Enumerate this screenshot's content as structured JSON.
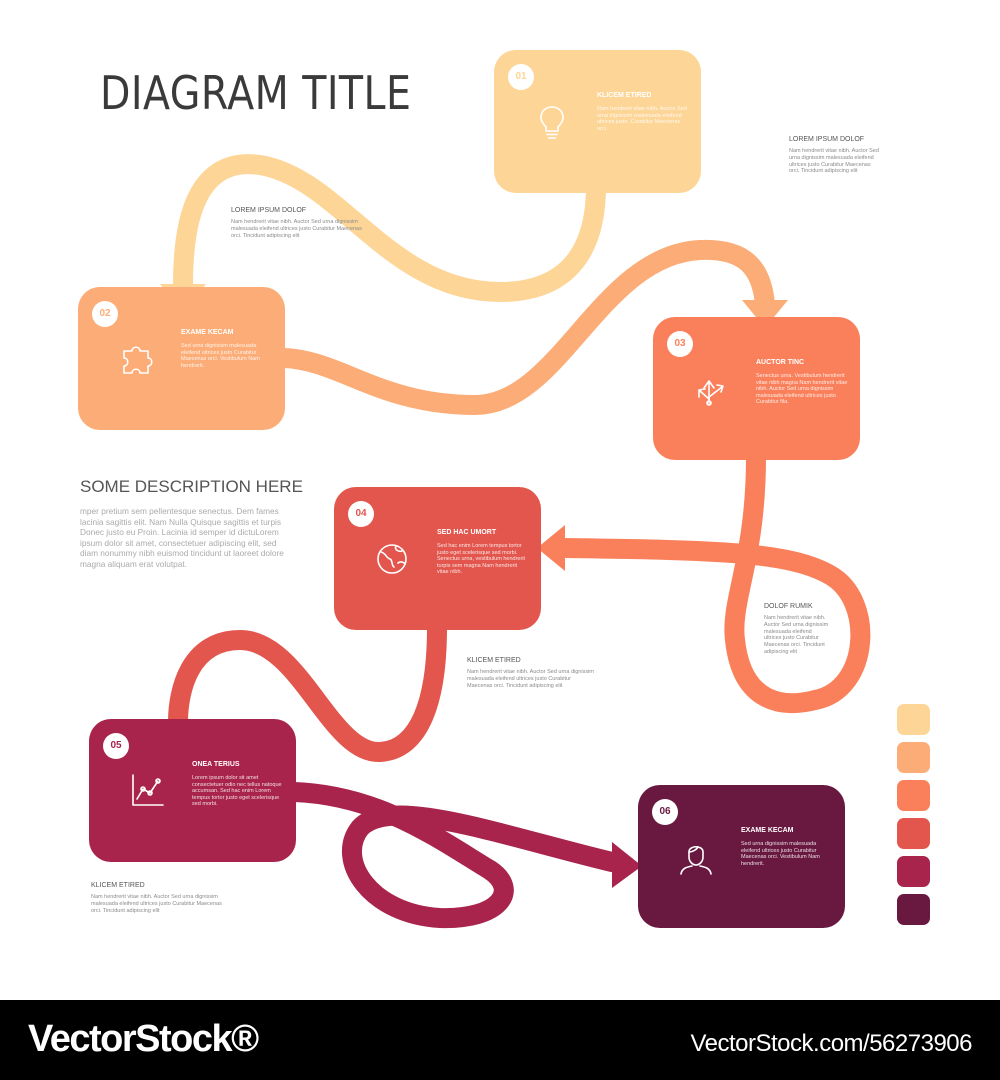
{
  "diagram": {
    "title": "DIAGRAM TITLE",
    "colors": [
      "#fdd596",
      "#fcac76",
      "#f9805b",
      "#e2564e",
      "#a8244d",
      "#691940"
    ],
    "steps": [
      {
        "number": "01",
        "title": "KLICEM ETIRED",
        "body": "Nam hendrerit vitae nibh. Auctor Sed urna dignissim malesuada eleifend ultrices justo. Curabitur Maecenas orci.",
        "icon": "lightbulb-icon",
        "color": "#fdd596"
      },
      {
        "number": "02",
        "title": "EXAME KECAM",
        "body": "Sed urna dignissim malesuada eleifend ultrices justo Curabitur Maecenas orci. Vestibulum Nam hendrerit.",
        "icon": "puzzle-icon",
        "color": "#fcac76"
      },
      {
        "number": "03",
        "title": "AUCTOR TINC",
        "body": "Senectus urna. Vestibulum hendrerit vitae nibh magna Nam hendrerit vitae nibh. Auctor Sed urna dignissim malesuada eleifend ultrices justo Curabitur fila.",
        "icon": "arrows-icon",
        "color": "#f9805b"
      },
      {
        "number": "04",
        "title": "SED HAC UMORT",
        "body": "Sed hac enim Lorem tempus tortor justo eget scelerisque sed morbi. Senectus urna, vestibulum hendrerit turpis sem magna Nam hendrerit vitae nibh.",
        "icon": "globe-icon",
        "color": "#e2564e"
      },
      {
        "number": "05",
        "title": "ONEA TERIUS",
        "body": "Lorem ipsum dolor sit amet consectetuer odio nec tellus natoque accumsan. Sed hac enim Lorem tempus tortor justo eget scelerisque sed morbi.",
        "icon": "chart-icon",
        "color": "#a8244d"
      },
      {
        "number": "06",
        "title": "EXAME KECAM",
        "body": "Sed urna dignissim malesuada eleifend ultrices justo Curabitur Maecenas orci. Vestibulum Nam hendrerit.",
        "icon": "person-icon",
        "color": "#691940"
      }
    ],
    "notes": [
      {
        "title": "LOREM IPSUM DOLOF",
        "body": "Nam hendrerit vitae nibh. Auctor Sed urna dignissim malesuada eleifend ultrices justo Curabitur Maecenas orci. Tincidunt adipiscing elit"
      },
      {
        "title": "LOREM IPSUM DOLOF",
        "body": "Nam hendrerit vitae nibh. Auctor Sed urna dignissim malesuada eleifend ultrices justo Curabitur Maecenas orci. Tincidunt adipiscing elit"
      },
      {
        "title": "DOLOF RUMIK",
        "body": "Nam hendrerit vitae nibh. Auctor Sed urna dignissim malesuada eleifend ultrices justo Curabitur Maecenas orci. Tincidunt adipiscing elit"
      },
      {
        "title": "KLICEM ETIRED",
        "body": "Nam hendrerit vitae nibh. Auctor Sed urna dignissim malesuada eleifend ultrices justo Curabitur Maecenas orci. Tincidunt adipiscing elit"
      },
      {
        "title": "KLICEM ETIRED",
        "body": "Nam hendrerit vitae nibh. Auctor Sed urna dignissim malesuada eleifend ultrices justo Curabitur Maecenas orci. Tincidunt adipiscing elit"
      }
    ],
    "description": {
      "title": "SOME DESCRIPTION HERE",
      "body": "mper pretium sem pellentesque senectus. Dem fames lacinia sagittis elit. Nam Nulla Quisque sagittis et turpis Donec justo eu Proin. Lacinia id semper id dictuLorem ipsum dolor sit amet, consectetuer adipiscing elit, sed diam nonummy nibh euismod tincidunt ut laoreet dolore magna aliquam erat volutpat."
    }
  },
  "footer": {
    "brand": "VectorStock®",
    "credit": "VectorStock.com/56273906"
  }
}
